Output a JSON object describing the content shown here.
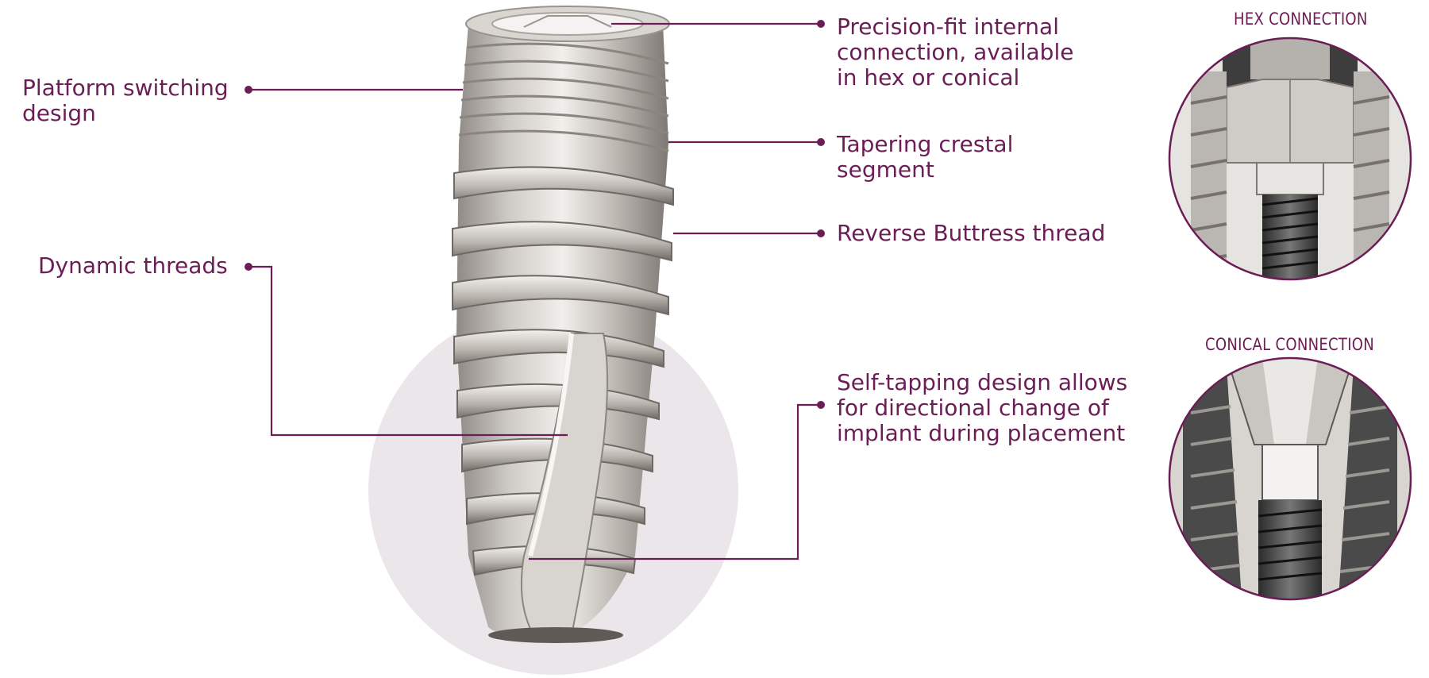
{
  "callouts": {
    "platform_switching": [
      "Platform switching",
      "design"
    ],
    "dynamic_threads": [
      "Dynamic threads"
    ],
    "precision_fit": [
      "Precision-fit internal",
      "connection, available",
      "in hex or conical"
    ],
    "tapering_crestal": [
      "Tapering crestal",
      "segment"
    ],
    "reverse_buttress": [
      "Reverse Buttress thread"
    ],
    "self_tapping": [
      "Self-tapping design allows",
      "for directional change of",
      "implant during placement"
    ]
  },
  "connections": {
    "hex": {
      "title": "HEX CONNECTION"
    },
    "conical": {
      "title": "CONICAL CONNECTION"
    }
  },
  "colors": {
    "accent": "#6b1e55",
    "halo": "#ebe6e9",
    "metal_light": "#e9e7e4",
    "metal_dark": "#8f8a85"
  }
}
